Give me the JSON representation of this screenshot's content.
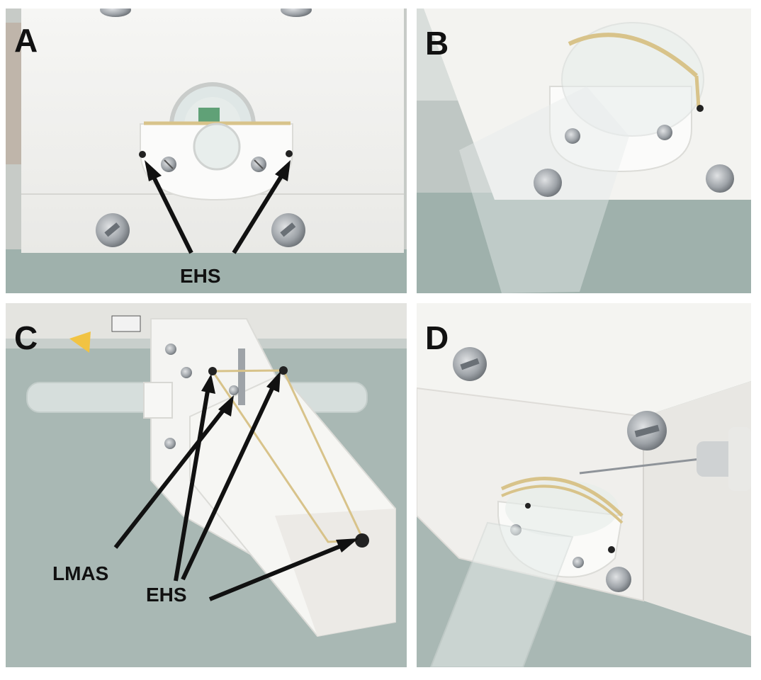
{
  "figure": {
    "panels": [
      {
        "id": "A",
        "label": "A",
        "annotations": [
          "EHS"
        ]
      },
      {
        "id": "B",
        "label": "B",
        "annotations": []
      },
      {
        "id": "C",
        "label": "C",
        "annotations": [
          "LMAS",
          "EHS"
        ]
      },
      {
        "id": "D",
        "label": "D",
        "annotations": []
      }
    ]
  },
  "colors": {
    "plastic": "#f2f1ee",
    "table": "#a9b8b4",
    "arrow": "#111111",
    "label": "#111111"
  },
  "icons": [
    "screw-head",
    "set-screw",
    "rubber-band",
    "glass-tube"
  ]
}
